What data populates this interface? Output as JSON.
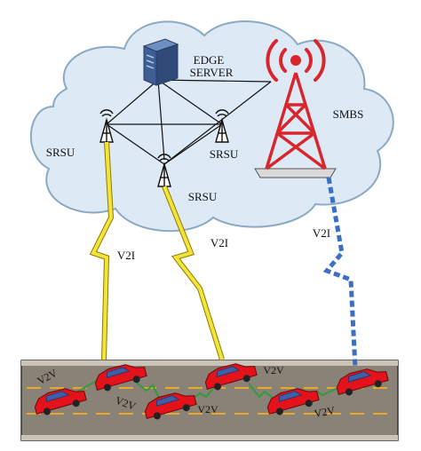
{
  "labels": {
    "edge_server_line1": "EDGE",
    "edge_server_line2": "SERVER",
    "smbs": "SMBS",
    "srsu_left": "SRSU",
    "srsu_right": "SRSU",
    "srsu_bottom": "SRSU",
    "v2i_left": "V2I",
    "v2i_middle": "V2I",
    "v2i_right": "V2I",
    "v2v_1": "V2V",
    "v2v_2": "V2V",
    "v2v_3": "V2V",
    "v2v_4": "V2V",
    "v2v_5": "V2V"
  },
  "colors": {
    "cloud_fill": "#dde9f4",
    "cloud_stroke": "#8aa9c4",
    "tower_red": "#d8262c",
    "car_red": "#e3121b",
    "car_window": "#3d5fa8",
    "road_fill": "#8a8276",
    "lane_dash": "#e8a82a",
    "v2i_yellow": "#f5e33a",
    "v2i_blue": "#3a6fc4",
    "v2v_green": "#2f9a3e",
    "server_blue": "#3e5f93"
  }
}
